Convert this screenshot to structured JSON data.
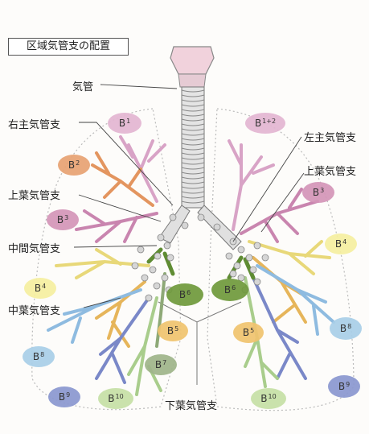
{
  "title": "区域気管支の配置",
  "labels": {
    "trachea": "気管",
    "right_main": "右主気管支",
    "left_main": "左主気管支",
    "right_upper_lobe": "上葉気管支",
    "left_upper_lobe": "上葉気管支",
    "intermediate": "中間気管支",
    "middle_lobe": "中葉気管支",
    "lower_lobe": "下葉気管支"
  },
  "segments": [
    {
      "key": "r-b1",
      "base": "B",
      "sup": "1",
      "color": "#e4b6d2"
    },
    {
      "key": "r-b2",
      "base": "B",
      "sup": "2",
      "color": "#e8a373"
    },
    {
      "key": "r-b3",
      "base": "B",
      "sup": "3",
      "color": "#d495b8"
    },
    {
      "key": "r-b4",
      "base": "B",
      "sup": "4",
      "color": "#f6f0a0"
    },
    {
      "key": "r-b8",
      "base": "B",
      "sup": "8",
      "color": "#a9cfe8"
    },
    {
      "key": "r-b9",
      "base": "B",
      "sup": "9",
      "color": "#8b98d0"
    },
    {
      "key": "r-b10",
      "base": "B",
      "sup": "10",
      "color": "#c6e0a6"
    },
    {
      "key": "r-b7",
      "base": "B",
      "sup": "7",
      "color": "#9fb58a"
    },
    {
      "key": "r-b5",
      "base": "B",
      "sup": "5",
      "color": "#f1c46f"
    },
    {
      "key": "r-b6",
      "base": "B",
      "sup": "6",
      "color": "#6f9a3c"
    },
    {
      "key": "l-b12",
      "base": "B",
      "sup": "1+2",
      "color": "#e4b6d2"
    },
    {
      "key": "l-b3",
      "base": "B",
      "sup": "3",
      "color": "#d495b8"
    },
    {
      "key": "l-b4",
      "base": "B",
      "sup": "4",
      "color": "#f6f0a0"
    },
    {
      "key": "l-b6",
      "base": "B",
      "sup": "6",
      "color": "#6f9a3c"
    },
    {
      "key": "l-b5",
      "base": "B",
      "sup": "5",
      "color": "#f1c46f"
    },
    {
      "key": "l-b8",
      "base": "B",
      "sup": "8",
      "color": "#a9cfe8"
    },
    {
      "key": "l-b9",
      "base": "B",
      "sup": "9",
      "color": "#8b98d0"
    },
    {
      "key": "l-b10",
      "base": "B",
      "sup": "10",
      "color": "#c6e0a6"
    }
  ]
}
